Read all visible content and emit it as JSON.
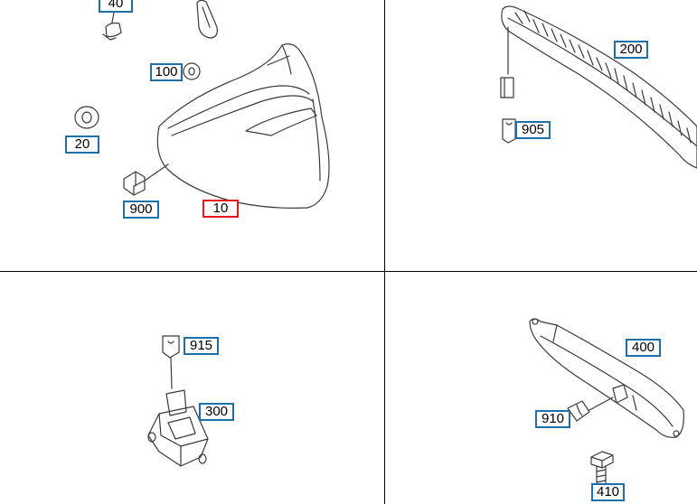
{
  "colors": {
    "callout_border": "#1d6fa8",
    "selected_border": "#e8141b",
    "line_art": "#3a3a3a",
    "divider": "#000000"
  },
  "callouts": {
    "p40": "40",
    "p100": "100",
    "p20": "20",
    "p900": "900",
    "p10": "10",
    "p200": "200",
    "p905": "905",
    "p915": "915",
    "p300": "300",
    "p400": "400",
    "p910": "910",
    "p410": "410"
  },
  "selected_part": "10"
}
